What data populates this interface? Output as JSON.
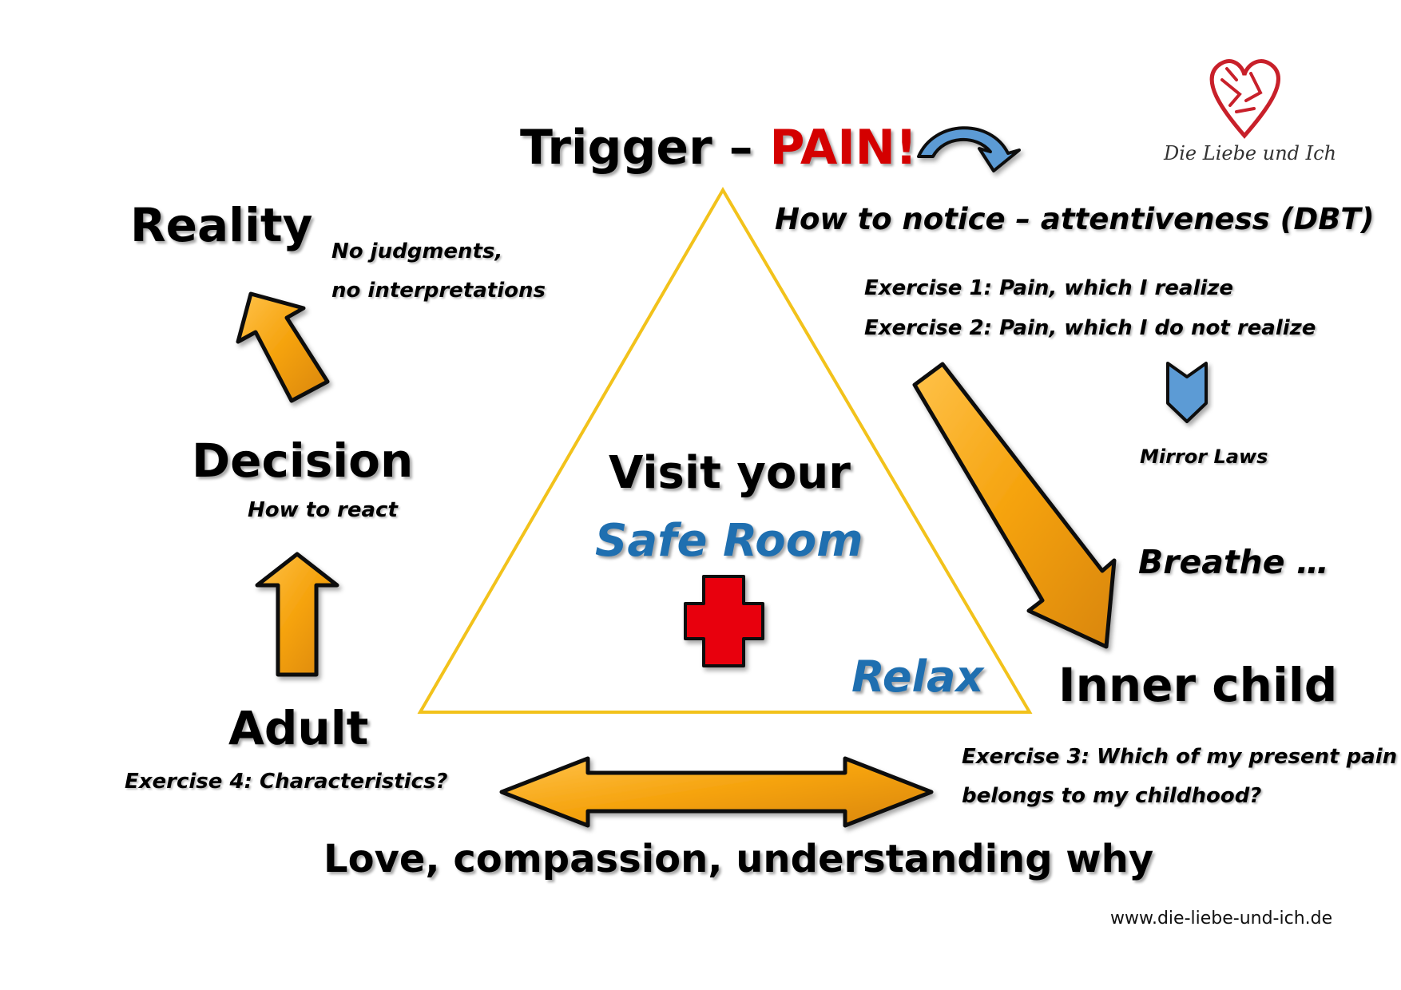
{
  "title": {
    "trigger": "Trigger –",
    "pain": "PAIN!"
  },
  "notice": "How to notice  – attentiveness (DBT)",
  "exercises": {
    "ex1": "Exercise 1: Pain, which I realize",
    "ex2": "Exercise 2: Pain, which I do not realize",
    "ex3_line1": "Exercise 3: Which of my present pain",
    "ex3_line2": "belongs to my childhood?",
    "ex4": "Exercise 4: Characteristics?"
  },
  "mirror_laws": "Mirror Laws",
  "breathe": "Breathe …",
  "inner_child": "Inner child",
  "adult": "Adult",
  "decision": {
    "label": "Decision",
    "sub": "How to react"
  },
  "reality": {
    "label": "Reality",
    "sub_line1": "No judgments,",
    "sub_line2": "no interpretations"
  },
  "center": {
    "line1": "Visit your",
    "line2": "Safe Room",
    "relax": "Relax"
  },
  "bottom": "Love, compassion, understanding why",
  "logo": {
    "text": "Die Liebe und Ich"
  },
  "website": "www.die-liebe-und-ich.de",
  "colors": {
    "pain_red": "#d40000",
    "blue_text": "#1f6fb0",
    "arrow_orange": "#f5a20c",
    "triangle_yellow": "#f2c21b",
    "cross_red": "#e8000b",
    "logo_red": "#c8202a"
  }
}
